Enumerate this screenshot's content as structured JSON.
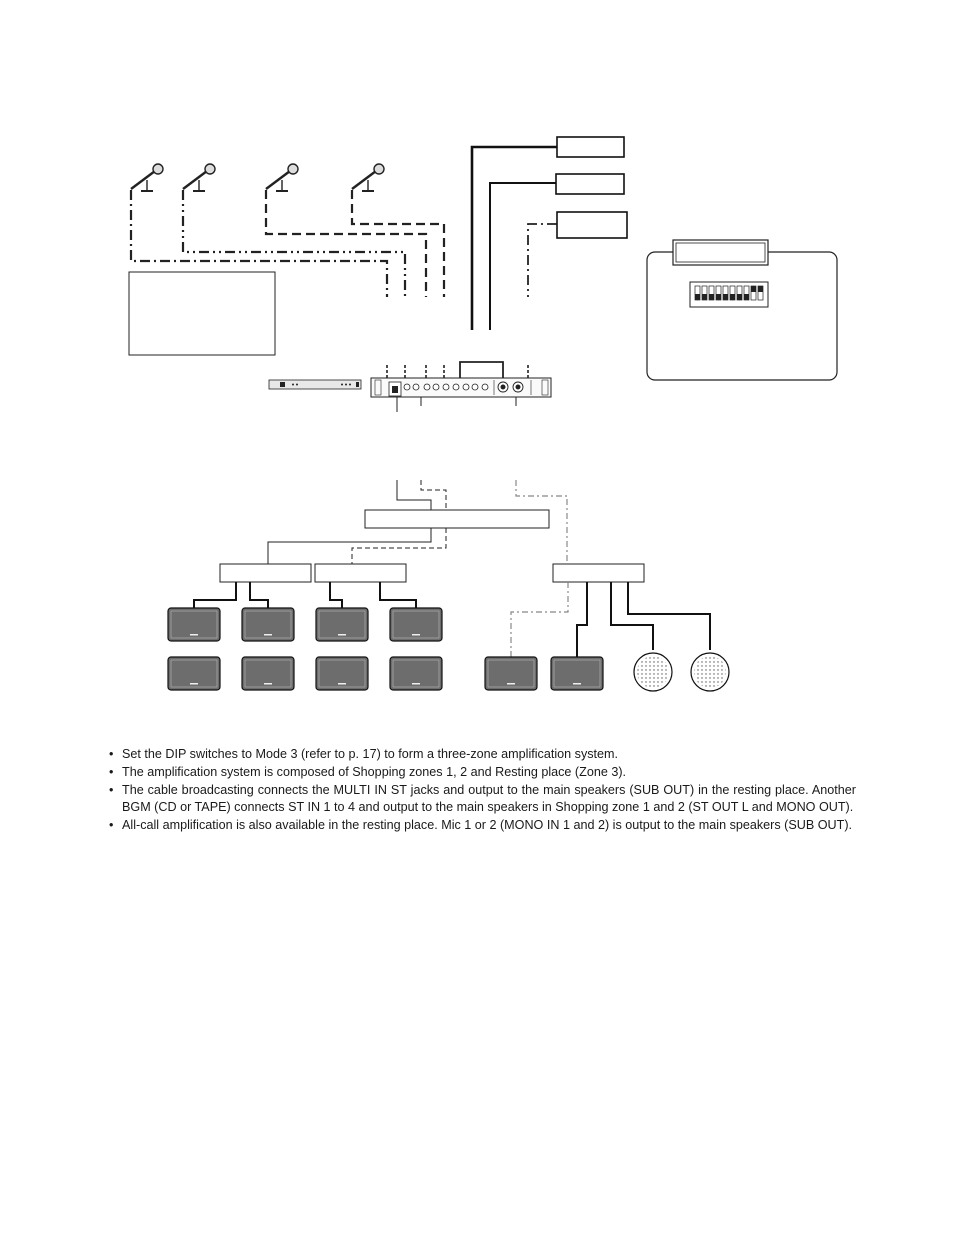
{
  "notes": [
    "Set the DIP switches to Mode 3 (refer to p. 17) to form a three-zone amplification system.",
    "The amplification system is composed of Shopping zones 1, 2 and Resting place (Zone 3).",
    "The cable broadcasting connects the MULTI IN ST jacks and output to the main speakers (SUB OUT) in the resting place. Another BGM (CD or TAPE) connects ST IN 1 to 4 and output to the main speakers in Shopping zone 1 and 2 (ST OUT L and MONO OUT).",
    "All-call amplification is also available in the resting place. Mic 1 or 2 (MONO IN 1 and 2) is output to the main speakers (SUB OUT)."
  ],
  "icons": {
    "microphone": "microphone-icon",
    "mixer": "mixer-unit",
    "speaker": "wall-speaker-icon",
    "ceiling_speaker": "ceiling-speaker-icon",
    "dip_switch": "dip-switch-icon"
  }
}
